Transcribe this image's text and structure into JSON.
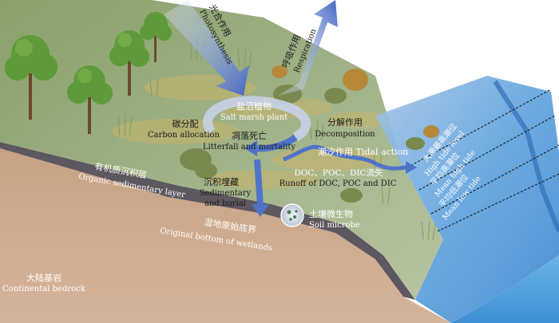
{
  "labels": {
    "photosynthesis_zh": "光合作用",
    "photosynthesis_en": "Photosynthesis",
    "respiration_zh": "呼吸作用",
    "respiration_en": "Respiration",
    "salt_marsh_zh": "盐沼植物",
    "salt_marsh_en": "Salt marsh plant",
    "carbon_allocation_zh": "碳分配",
    "carbon_allocation_en": "Carbon allocation",
    "litterfall_zh": "凋落死亡",
    "litterfall_en": "Litterfall and mortality",
    "decomposition_zh": "分解作用",
    "decomposition_en": "Decomposition",
    "tidal_action": "潮汐作用  Tidal action",
    "runoff_zh": "DOC、POC、DIC流失",
    "runoff_en": "Runoff of DOC, POC and DIC",
    "sediment_zh": "沉积埋藏",
    "sediment_en1": "Sedimentary",
    "sediment_en2": "and burial",
    "organic_layer_zh": "有机质沉积层",
    "organic_layer_en": "Organic sedimentary layer",
    "soil_microbe_zh": "土壤微生物",
    "soil_microbe_en": "Soil microbe",
    "original_bottom_zh": "湿地原始底界",
    "original_bottom_en": "Original bottom of wetlands",
    "bedrock_zh": "大陆基岩",
    "bedrock_en": "Continental bedrock"
  },
  "tide_levels": [
    "大潮最高潮位",
    "High tide level",
    "平均高潮位",
    "Mean high tide",
    "平均低潮位",
    "Mean low tide"
  ],
  "colors": {
    "arrow_blue": "#4f73c9",
    "water": "#5aa0de",
    "ground": "#c9a485",
    "marsh": "#9aae7c"
  }
}
